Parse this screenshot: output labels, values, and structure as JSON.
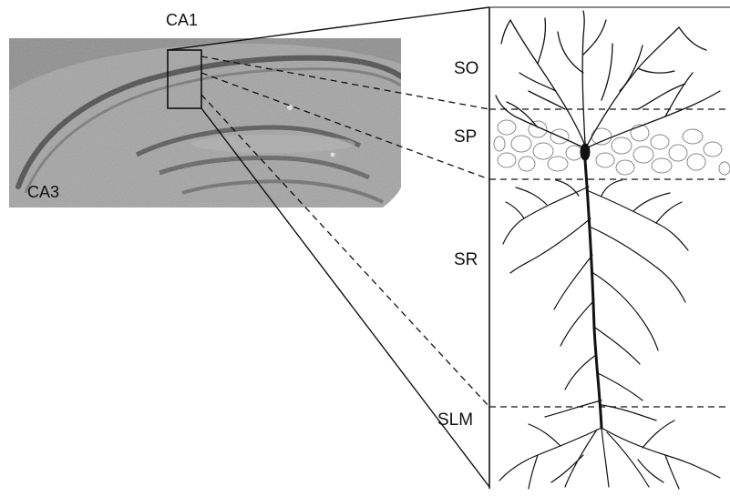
{
  "figure": {
    "regions": [
      {
        "id": "ca1",
        "label": "CA1"
      },
      {
        "id": "ca3",
        "label": "CA3"
      }
    ],
    "layers": [
      {
        "id": "so",
        "label": "SO"
      },
      {
        "id": "sp",
        "label": "SP"
      },
      {
        "id": "sr",
        "label": "SR"
      },
      {
        "id": "slm",
        "label": "SLM"
      }
    ],
    "colors": {
      "tissue": "#9a9a9a",
      "ink": "#111111",
      "cells": "#8a8a8a",
      "paper": "#ffffff"
    }
  }
}
